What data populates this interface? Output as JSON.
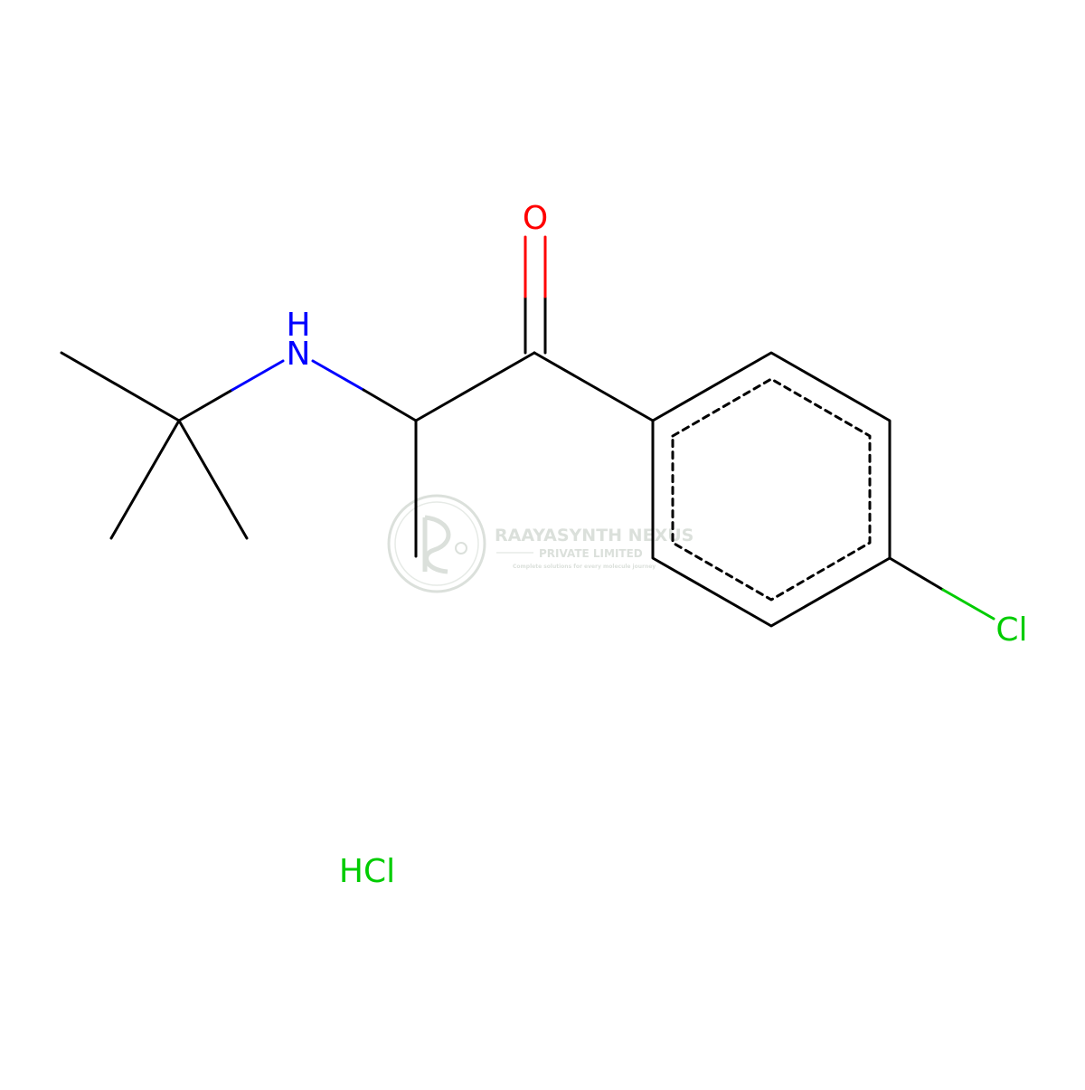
{
  "molecule": {
    "atoms": {
      "oxygen": "O",
      "amine_h": "H",
      "amine_n": "N",
      "chlorine": "Cl",
      "salt": "HCl"
    },
    "colors": {
      "bond": "#000000",
      "oxygen": "#ff0000",
      "nitrogen": "#0000ff",
      "chlorine": "#00cc00"
    }
  },
  "watermark": {
    "company": "RAAYASYNTH NEXUS",
    "subtitle": "PRIVATE LIMITED",
    "tagline": "Complete solutions for every molecule journey",
    "color": "#9aa89a"
  }
}
